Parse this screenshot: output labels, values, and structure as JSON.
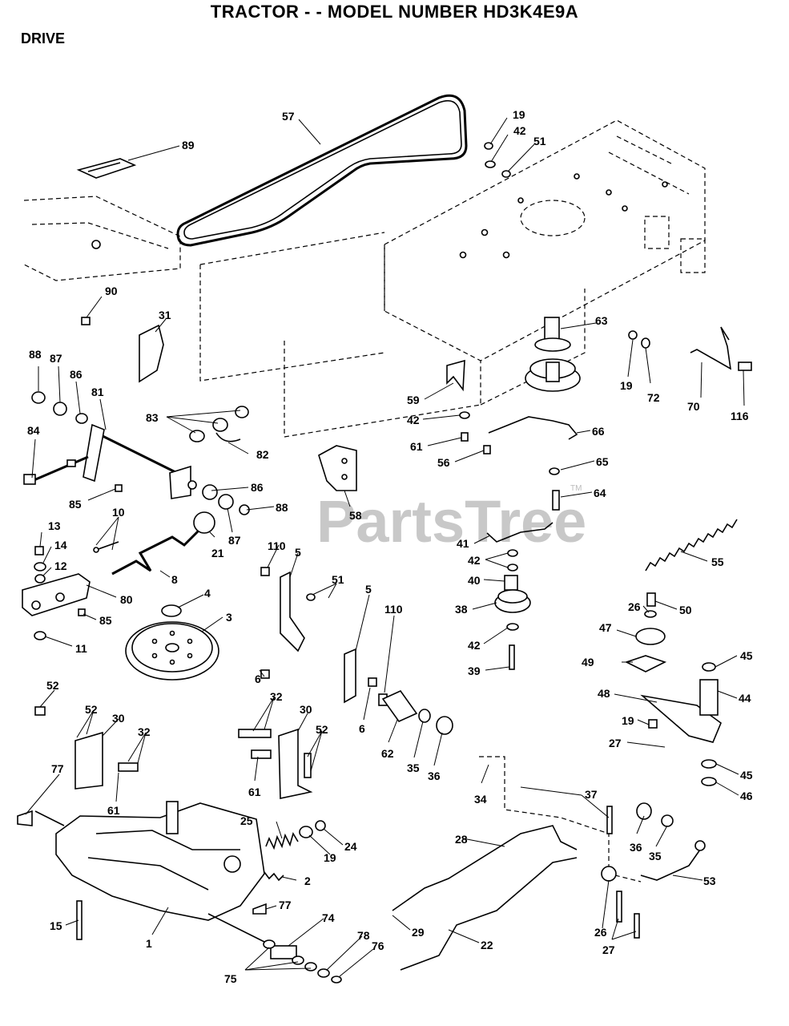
{
  "header": {
    "title": "TRACTOR - - MODEL NUMBER HD3K4E9A",
    "section": "DRIVE"
  },
  "watermark": {
    "text": "PartsTree",
    "tm": "TM"
  },
  "callouts": [
    "57",
    "89",
    "19",
    "42",
    "51",
    "90",
    "31",
    "63",
    "88",
    "87",
    "86",
    "81",
    "84",
    "83",
    "82",
    "19",
    "72",
    "70",
    "116",
    "59",
    "42",
    "61",
    "56",
    "66",
    "65",
    "64",
    "86",
    "88",
    "85",
    "58",
    "10",
    "13",
    "87",
    "21",
    "14",
    "12",
    "8",
    "80",
    "85",
    "11",
    "4",
    "3",
    "110",
    "5",
    "51",
    "5",
    "110",
    "6",
    "6",
    "41",
    "42",
    "40",
    "38",
    "42",
    "39",
    "55",
    "26",
    "50",
    "47",
    "49",
    "45",
    "44",
    "48",
    "19",
    "27",
    "45",
    "46",
    "52",
    "52",
    "30",
    "32",
    "32",
    "30",
    "52",
    "77",
    "61",
    "61",
    "62",
    "35",
    "36",
    "34",
    "37",
    "25",
    "24",
    "19",
    "2",
    "28",
    "36",
    "35",
    "53",
    "15",
    "77",
    "74",
    "1",
    "78",
    "76",
    "75",
    "29",
    "22",
    "26",
    "27"
  ]
}
